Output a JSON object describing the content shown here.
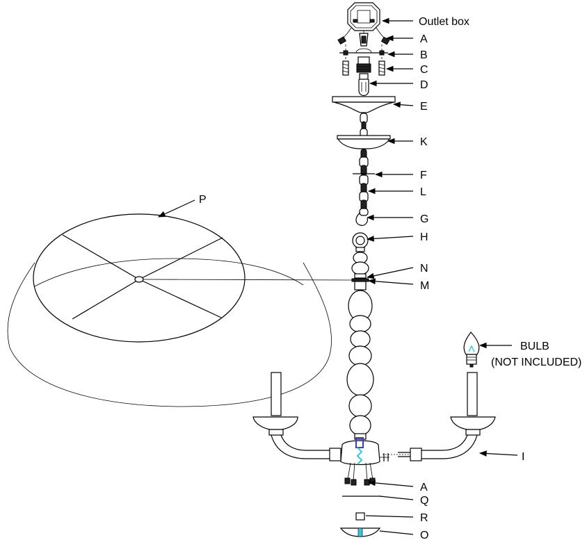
{
  "labels": {
    "outlet_box": "Outlet  box",
    "a_top": "A",
    "b": "B",
    "c": "C",
    "d": "D",
    "e": "E",
    "k": "K",
    "f": "F",
    "l": "L",
    "g": "G",
    "h": "H",
    "n": "N",
    "m": "M",
    "p": "P",
    "bulb_line1": "BULB",
    "bulb_line2": "(NOT INCLUDED)",
    "i": "I",
    "a_bottom": "A",
    "q": "Q",
    "r": "R",
    "o": "O"
  },
  "colors": {
    "line": "#000000",
    "background": "#ffffff",
    "accent_blue": "#3a3ad0",
    "accent_cyan": "#39c6d8"
  }
}
